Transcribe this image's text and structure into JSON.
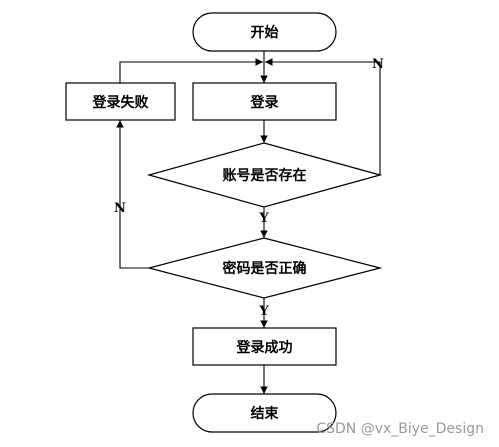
{
  "nodes": {
    "start": "开始",
    "login": "登录",
    "login_failed": "登录失败",
    "account_exists": "账号是否存在",
    "password_correct": "密码是否正确",
    "login_success": "登录成功",
    "end": "结束"
  },
  "edge_labels": {
    "account_no": "N",
    "account_yes": "Y",
    "password_no": "N",
    "password_yes": "Y"
  },
  "watermark": "CSDN @vx_Biye_Design"
}
